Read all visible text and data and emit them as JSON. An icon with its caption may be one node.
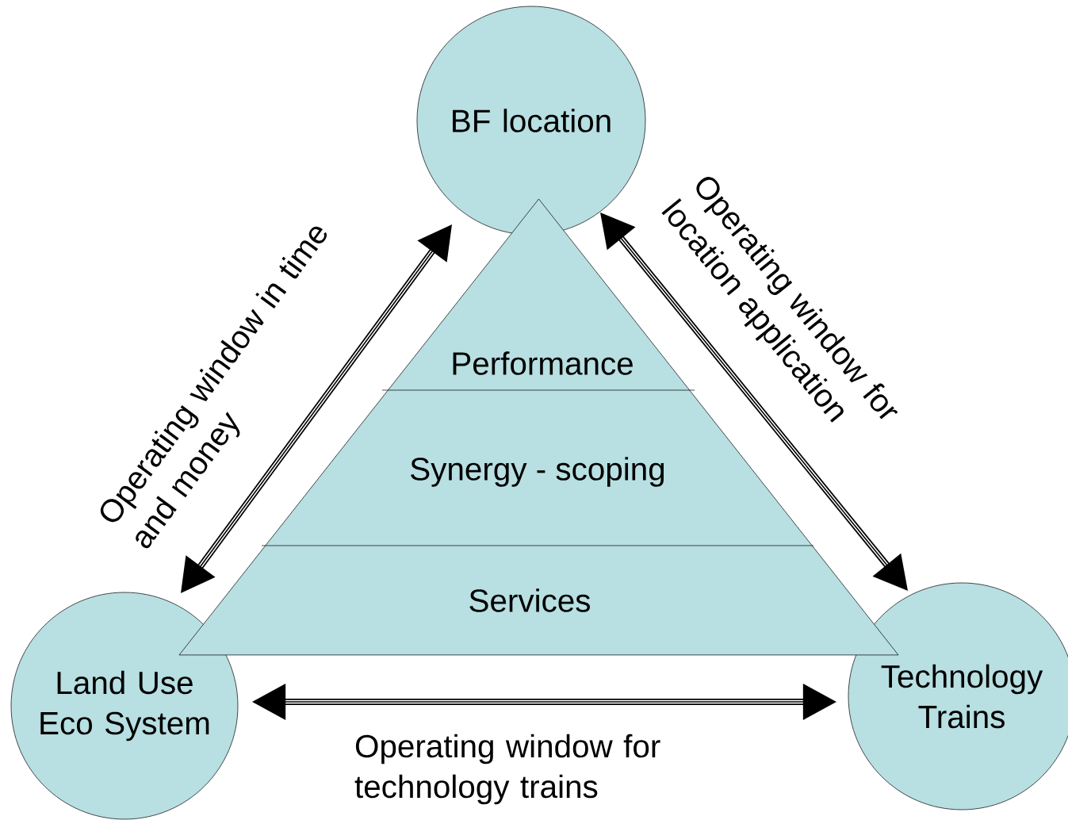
{
  "diagram": {
    "nodes": [
      {
        "text": [
          "BF location"
        ]
      },
      {
        "text": [
          "Land Use Eco System"
        ]
      },
      {
        "text": [
          "Technology Trains"
        ]
      },
      {
        "text": [],
        "shape": "triangle"
      },
      {
        "text": [
          "Performance"
        ],
        "in": 3
      },
      {
        "text": [
          "Synergy - scoping"
        ],
        "in": 3
      },
      {
        "text": [
          "Services"
        ],
        "in": 3
      }
    ],
    "edges": [
      {
        "from": 0,
        "to": 1,
        "arrow": "both",
        "label": "Operating window in time and money"
      },
      {
        "from": 0,
        "to": 2,
        "arrow": "both",
        "label": "Operating window for location application"
      },
      {
        "from": 1,
        "to": 2,
        "arrow": "both",
        "label": "Operating window for technology trains"
      }
    ]
  }
}
